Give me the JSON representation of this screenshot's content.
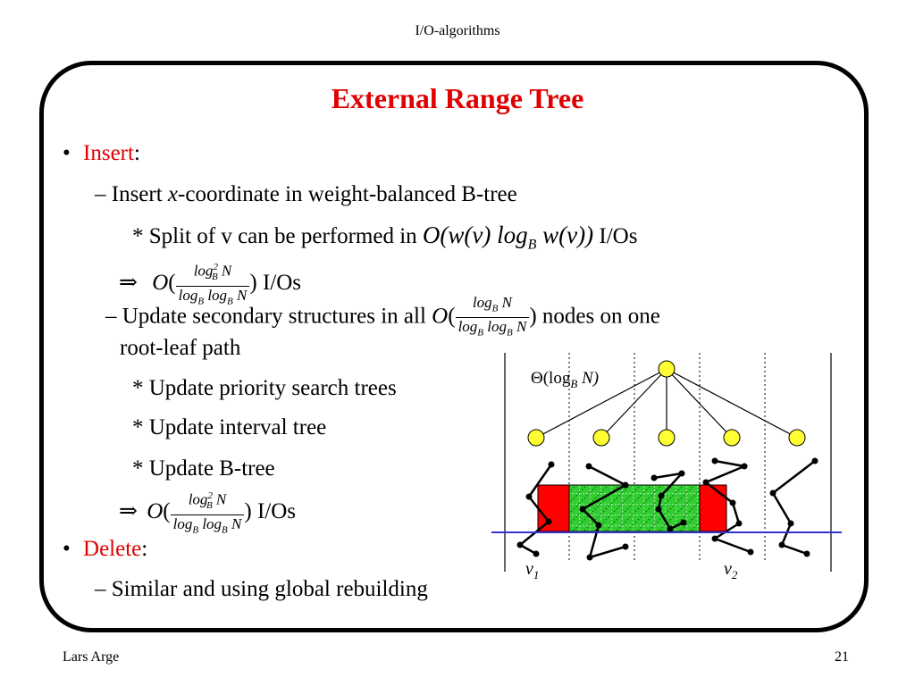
{
  "header": "I/O-algorithms",
  "title": "External Range Tree",
  "bullets": {
    "b1_label": "Insert",
    "b1_colon": ":",
    "l2_prefix": "– Insert ",
    "l2_x": "x",
    "l2_suffix": "-coordinate in weight-balanced B-tree",
    "l3_text": "* Split of v can be performed in",
    "l3_math_pre": "O(w(v) log",
    "l3_math_sub": "B",
    "l3_math_post": " w(v))",
    "l3_suffix": " I/Os",
    "arrow": "⇒",
    "big_o": "O",
    "paren_open": "(",
    "paren_close": ")",
    "l4_suffix": " I/Os",
    "l5_text": "– Update secondary structures in all",
    "l5_suffix": " nodes on one",
    "l5b_text": "root-leaf path",
    "l6_text": "* Update priority search trees",
    "l7_text": "* Update interval tree",
    "l8_text": "* Update B-tree",
    "l9_suffix": " I/Os",
    "b2_label": "Delete",
    "b2_colon": ":",
    "l10_text": "– Similar and using global rebuilding",
    "bullet_dot": "•"
  },
  "fractions": {
    "log": "log",
    "B": "B",
    "N": "N",
    "two": "2"
  },
  "figure": {
    "theta_label_pre": "Θ(log",
    "theta_label_sub": "B",
    "theta_label_post": " N)",
    "v1": "v",
    "v1_sub": "1",
    "v2": "v",
    "v2_sub": "2",
    "colors": {
      "node": "#ffff33",
      "red": "#ff0000",
      "green": "#33cc33",
      "line": "#3333cc"
    }
  },
  "footer": {
    "left": "Lars Arge",
    "right": "21"
  }
}
